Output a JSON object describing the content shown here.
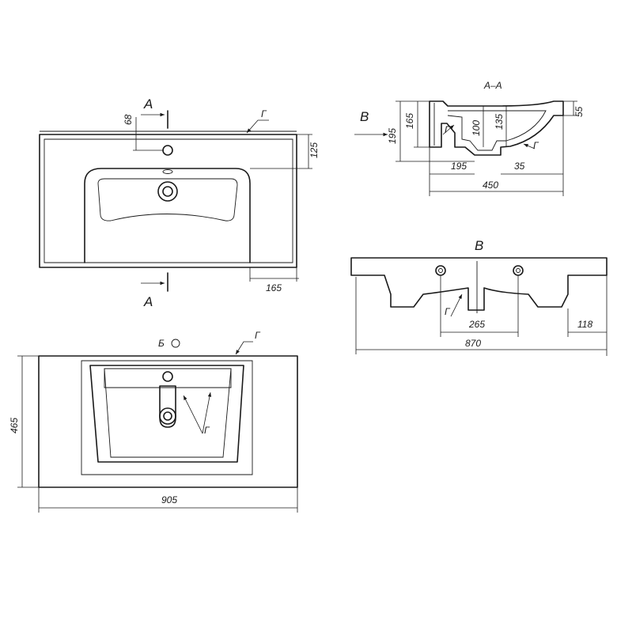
{
  "top_view": {
    "section_mark": "A",
    "dims": {
      "d68": "68",
      "d125": "125",
      "d165": "165"
    },
    "leader": "Г"
  },
  "section_view": {
    "title": "A–A",
    "view_mark": "B",
    "dims": {
      "d195": "195",
      "d165": "165",
      "d100": "100",
      "d135": "135",
      "d55": "55",
      "d195b": "195",
      "d35": "35",
      "d450": "450"
    },
    "leaders": [
      "Г",
      "Г"
    ]
  },
  "front_view": {
    "title": "B",
    "dims": {
      "d265": "265",
      "d118": "118",
      "d870": "870"
    },
    "leader": "Г"
  },
  "bottom_view": {
    "label": "Б",
    "dims": {
      "d465": "465",
      "d905": "905"
    },
    "leaders": [
      "Г",
      "Г"
    ]
  }
}
